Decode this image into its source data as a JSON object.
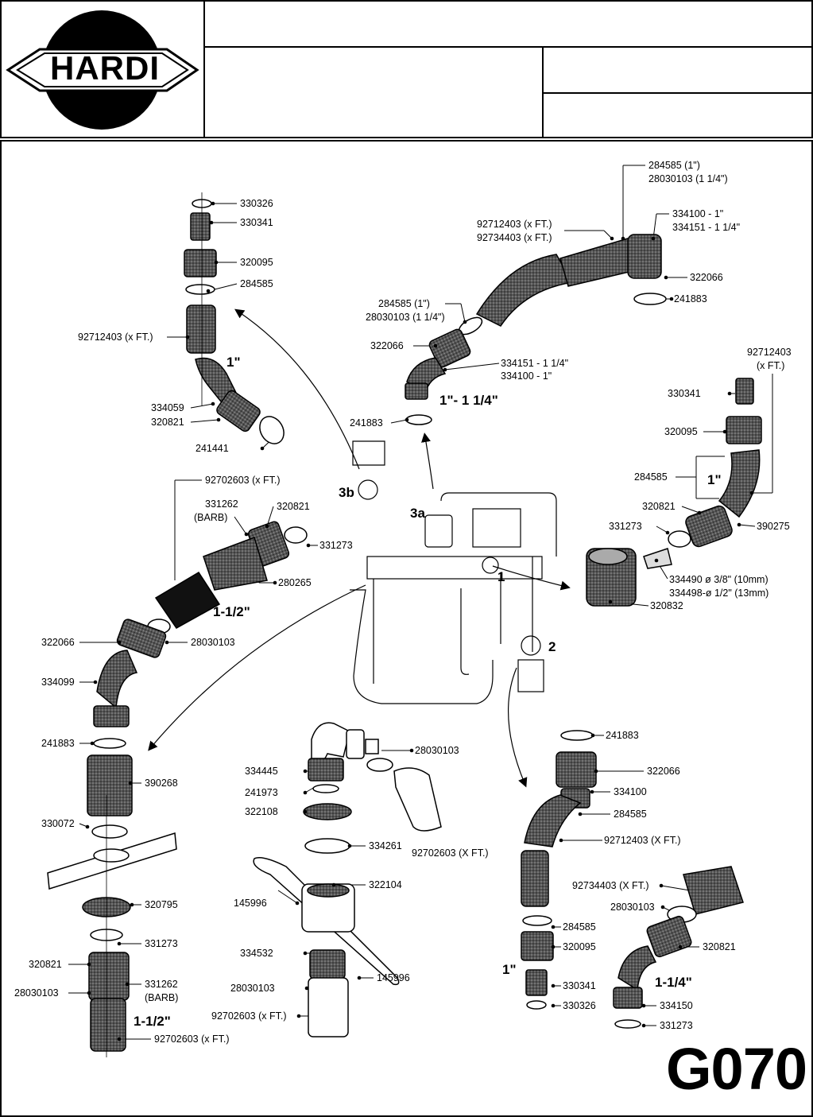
{
  "header": {
    "brand": "HARDI"
  },
  "page_code": "G070",
  "refs": [
    "1",
    "2",
    "3a",
    "3b"
  ],
  "sizes": {
    "top_left": "1\"",
    "top_mid": "1\"- 1 1/4\"",
    "right": "1\"",
    "mid_left": "1-1/2\"",
    "bottom_left": "1-1/2\"",
    "bottom_right_a": "1\"",
    "bottom_right_b": "1-1/4\""
  },
  "labels": {
    "a1": "330326",
    "a2": "330341",
    "a3": "320095",
    "a4": "284585",
    "a5": "92712403 (x FT.)",
    "a6": "334059",
    "a7": "320821",
    "a8": "241441",
    "b1": "284585 (1\")",
    "b2": "28030103 (1 1/4\")",
    "b3": "92712403 (x FT.)",
    "b4": "92734403 (x FT.)",
    "b5": "334100 - 1\"",
    "b6": "334151 - 1 1/4\"",
    "b7": "322066",
    "b8": "241883",
    "b9": "284585 (1\")",
    "b10": "28030103 (1 1/4\")",
    "b11": "322066",
    "b12": "334151 - 1 1/4\"",
    "b13": "334100 - 1\"",
    "b14": "241883",
    "c1": "92712403",
    "c2": "(x FT.)",
    "c3": "330341",
    "c4": "320095",
    "c5": "284585",
    "c6": "320821",
    "c7": "331273",
    "c8": "390275",
    "c9": "334490 ø 3/8\" (10mm)",
    "c10": "334498-ø 1/2\" (13mm)",
    "c11": "320832",
    "d1": "92702603 (x FT.)",
    "d2": "331262",
    "d3": "(BARB)",
    "d4": "320821",
    "d5": "331273",
    "d6": "280265",
    "d7": "322066",
    "d8": "28030103",
    "d9": "334099",
    "d10": "241883",
    "d11": "390268",
    "d12": "330072",
    "d13": "320795",
    "d14": "331273",
    "d15": "320821",
    "d16": "331262",
    "d17": "(BARB)",
    "d18": "28030103",
    "d19": "92702603 (x FT.)",
    "e1": "28030103",
    "e2": "334445",
    "e3": "241973",
    "e4": "322108",
    "e5": "334261",
    "e6": "92702603 (X FT.)",
    "e7": "322104",
    "e8": "145996",
    "e9": "334532",
    "e10": "145996",
    "e11": "28030103",
    "e12": "92702603 (x FT.)",
    "f1": "241883",
    "f2": "322066",
    "f3": "334100",
    "f4": "284585",
    "f5": "92712403 (X FT.)",
    "f6": "284585",
    "f7": "320095",
    "f8": "330341",
    "f9": "330326",
    "g1": "92734403 (X FT.)",
    "g2": "28030103",
    "g3": "320821",
    "g4": "334150",
    "g5": "331273"
  }
}
